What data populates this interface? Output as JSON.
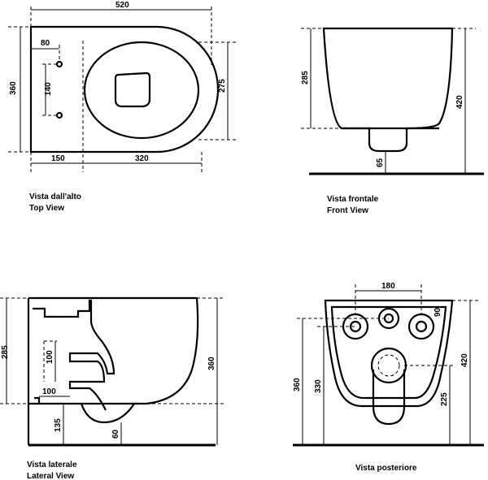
{
  "top_view": {
    "caption_it": "Vista dall'alto",
    "caption_en": "Top View",
    "dims": {
      "width": "520",
      "height": "360",
      "holes_offset": "80",
      "holes_spacing": "140",
      "inner_depth": "275",
      "left_part": "150",
      "right_part": "320"
    }
  },
  "front_view": {
    "caption_it": "Vista frontale",
    "caption_en": "Front View",
    "dims": {
      "bowl_height": "285",
      "total_height": "420",
      "outlet_height": "65"
    }
  },
  "lateral_view": {
    "caption_it": "Vista laterale",
    "caption_en": "Lateral View",
    "dims": {
      "bowl_height": "285",
      "depth": "360",
      "pipe_upper": "100",
      "pipe_lower": "100",
      "base_height": "135",
      "outlet_offset": "60"
    }
  },
  "rear_view": {
    "caption_it": "Vista posteriore",
    "dims": {
      "bolt_spacing": "180",
      "bolt_size": "90",
      "total_height": "420",
      "left_height": "360",
      "inner_height": "330",
      "outlet_height": "225"
    }
  }
}
